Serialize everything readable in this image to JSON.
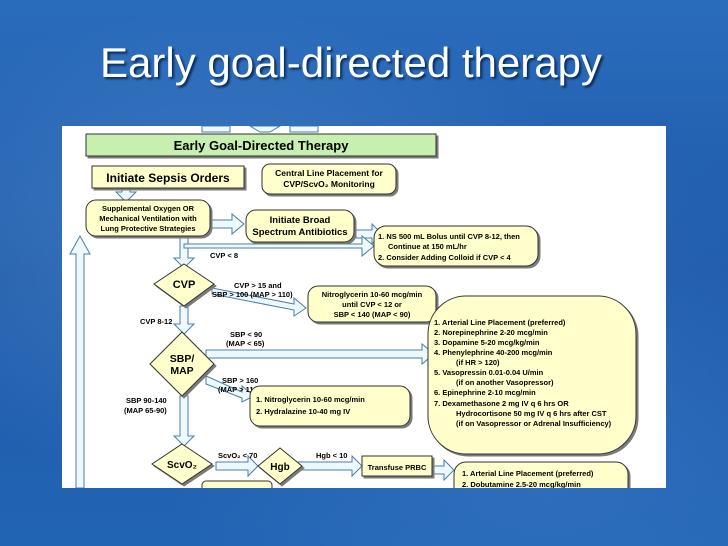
{
  "slide": {
    "title": "Early goal-directed therapy"
  },
  "flowchart": {
    "header": "Early Goal-Directed Therapy",
    "initiate_sepsis_orders": "Initiate Sepsis Orders",
    "central_line": [
      "Central Line Placement for",
      "CVP/ScvO₂ Monitoring"
    ],
    "supplemental": [
      "Supplemental Oxygen OR",
      "Mechanical Ventilation with",
      "Lung Protective Strategies"
    ],
    "antibiotics": [
      "Initiate Broad",
      "Spectrum Antibiotics"
    ],
    "fluids": [
      "1.  NS 500 mL Bolus until CVP 8-12, then",
      "Continue at 150 mL/hr",
      "2.  Consider Adding Colloid if CVP < 4"
    ],
    "cvp_lt8": "CVP < 8",
    "cvp_diamond": "CVP",
    "cvp_gt15": [
      "CVP > 15 and",
      "SBP > 100 (MAP > 110)"
    ],
    "nitro_box": [
      "Nitroglycerin 10-60 mcg/min",
      "until CVP < 12 or",
      "SBP < 140 (MAP < 90)"
    ],
    "cvp_8_12": "CVP 8-12",
    "sbp_lt90": [
      "SBP < 90",
      "(MAP < 65)"
    ],
    "sbp_diamond": [
      "SBP/",
      "MAP"
    ],
    "pressors": [
      "1.  Arterial Line Placement (preferred)",
      "2.  Norepinephrine 2-20 mcg/min",
      "3.  Dopamine 5-20 mcg/kg/min",
      "4.  Phenylephrine 40-200 mcg/min",
      "(if HR > 120)",
      "5.  Vasopressin 0.01-0.04 U/min",
      "(if on another Vasopressor)",
      "6.  Epinephrine 2-10 mcg/min",
      "7.  Dexamethasone 2 mg IV q 6 hrs OR",
      "Hydrocortisone 50 mg IV q 6 hrs after CST",
      "(if on Vasopressor or Adrenal Insufficiency)"
    ],
    "sbp_gt160": [
      "SBP > 160",
      "(MAP > 110)"
    ],
    "sbp_90_140": [
      "SBP 90-140",
      "(MAP 65-90)"
    ],
    "antihyp": [
      "1.  Nitroglycerin 10-60 mcg/min",
      "2.  Hydralazine 10-40 mg IV"
    ],
    "scvo2_diamond": "ScvO₂",
    "scvo2_lt70": "ScvO₂ < 70",
    "hgb_diamond": "Hgb",
    "hgb_lt10": "Hgb < 10",
    "transfuse": "Transfuse  PRBC",
    "inotrope": [
      "1.  Arterial Line Placement (preferred)",
      "2.  Dobutamine 2.5-20 mcg/kg/min"
    ]
  },
  "colors": {
    "background": "#1f5fae",
    "title_text": "#ffffff",
    "box_fill": "#ffffcc",
    "header_fill": "#c6efb0",
    "arrow_fill": "#eef8ff",
    "arrow_stroke": "#4a7fa8"
  }
}
